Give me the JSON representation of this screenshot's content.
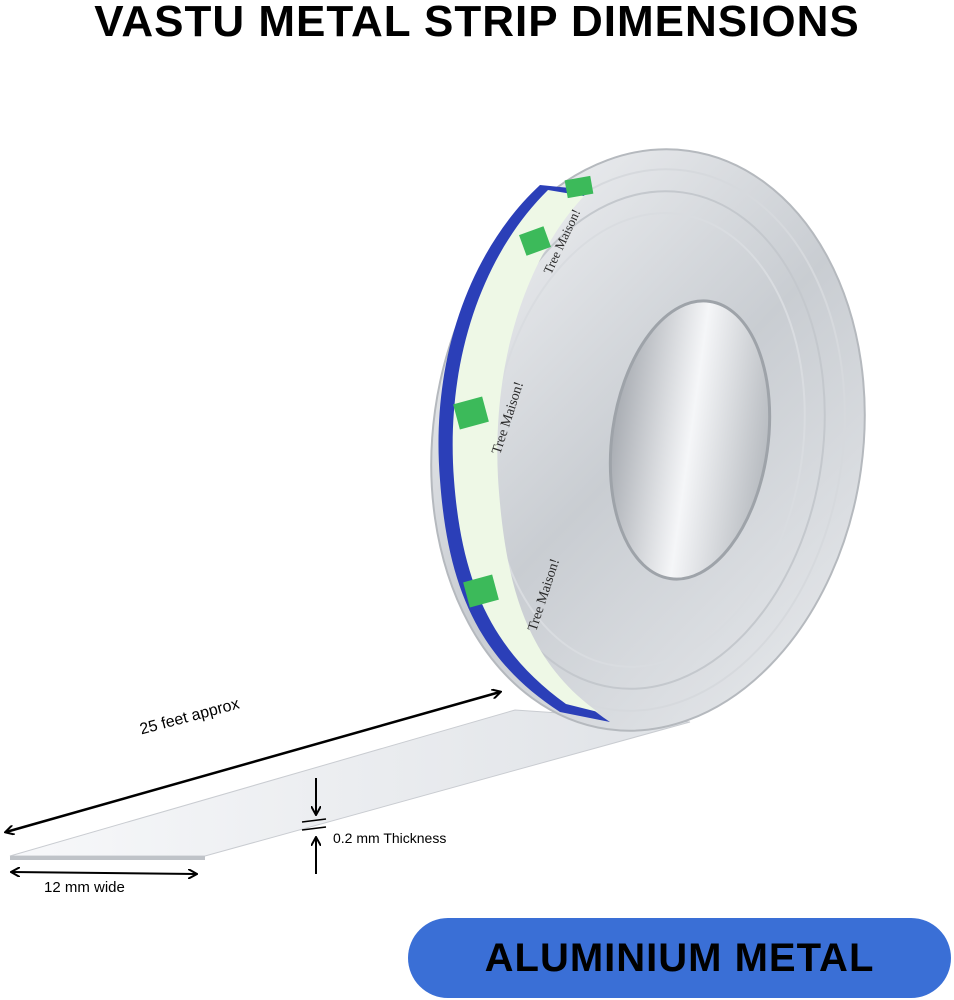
{
  "title": "VASTU METAL STRIP DIMENSIONS",
  "labels": {
    "length": "25 feet approx",
    "width": "12 mm wide",
    "thickness": "0.2 mm Thickness"
  },
  "brand_text": "Tree Maison!",
  "badge": {
    "text": "ALUMINIUM METAL",
    "color": "#3a6fd6"
  },
  "colors": {
    "tape_border": "#2b3fb8",
    "tape_label": "#eef8e6",
    "metal": "#cfd3d8"
  },
  "icons": [
    "shopping-bag-logo-icon",
    "double-arrow-icon"
  ]
}
